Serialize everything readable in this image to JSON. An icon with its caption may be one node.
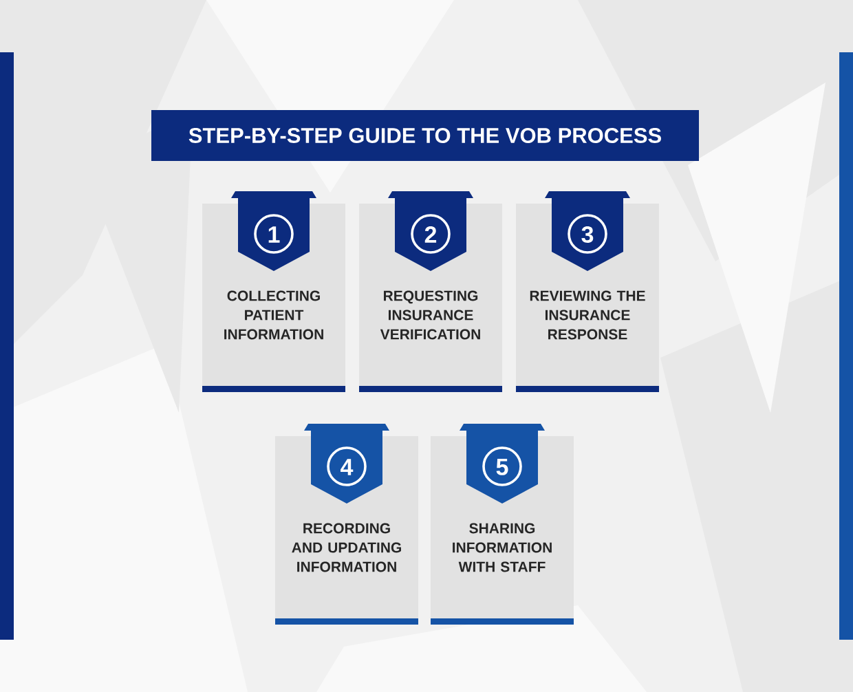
{
  "diagram": {
    "title": "STEP-BY-STEP GUIDE TO THE VOB PROCESS",
    "nodes": [
      {
        "text": [
          "1",
          "COLLECTING PATIENT INFORMATION"
        ]
      },
      {
        "text": [
          "2",
          "REQUESTING INSURANCE VERIFICATION"
        ]
      },
      {
        "text": [
          "3",
          "REVIEWING THE INSURANCE RESPONSE"
        ]
      },
      {
        "text": [
          "4",
          "RECORDING AND UPDATING INFORMATION"
        ]
      },
      {
        "text": [
          "5",
          "SHARING INFORMATION WITH STAFF"
        ]
      }
    ]
  }
}
